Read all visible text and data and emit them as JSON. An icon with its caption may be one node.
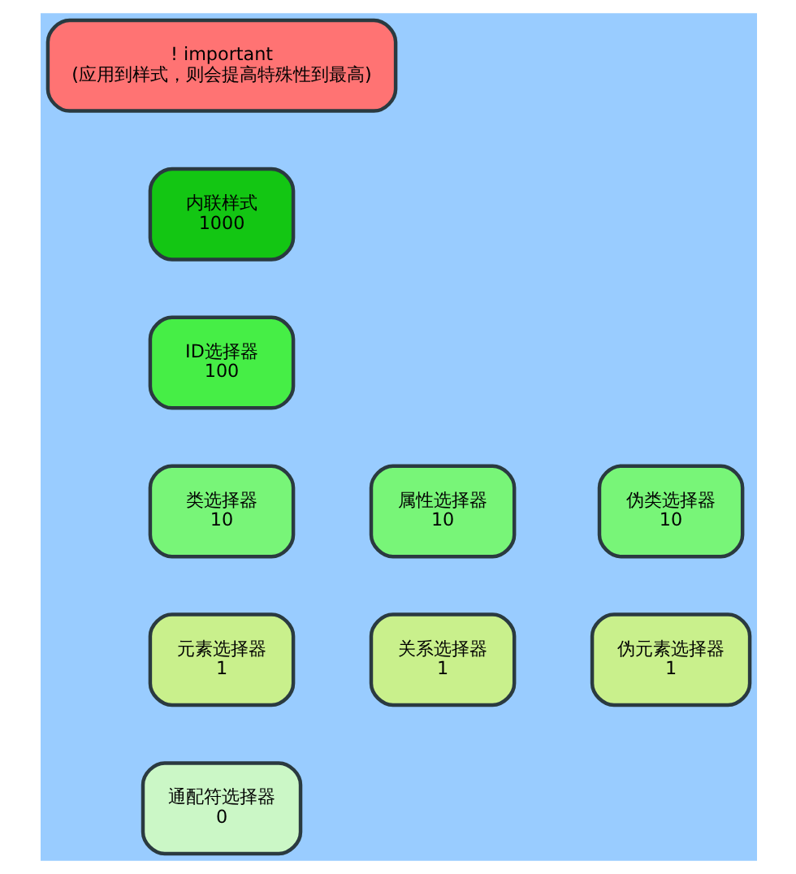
{
  "diagram": {
    "nodes": [
      {
        "text": [
          "! important",
          "(应用到样式，则会提高特殊性到最高)"
        ]
      },
      {
        "text": [
          "内联样式",
          "1000"
        ]
      },
      {
        "text": [
          "ID选择器",
          "100"
        ]
      },
      {
        "text": [
          "类选择器",
          "10"
        ]
      },
      {
        "text": [
          "属性选择器",
          "10"
        ]
      },
      {
        "text": [
          "伪类选择器",
          "10"
        ]
      },
      {
        "text": [
          "元素选择器",
          "1"
        ]
      },
      {
        "text": [
          "关系选择器",
          "1"
        ]
      },
      {
        "text": [
          "伪元素选择器",
          "1"
        ]
      },
      {
        "text": [
          "通配符选择器",
          "0"
        ]
      }
    ]
  }
}
